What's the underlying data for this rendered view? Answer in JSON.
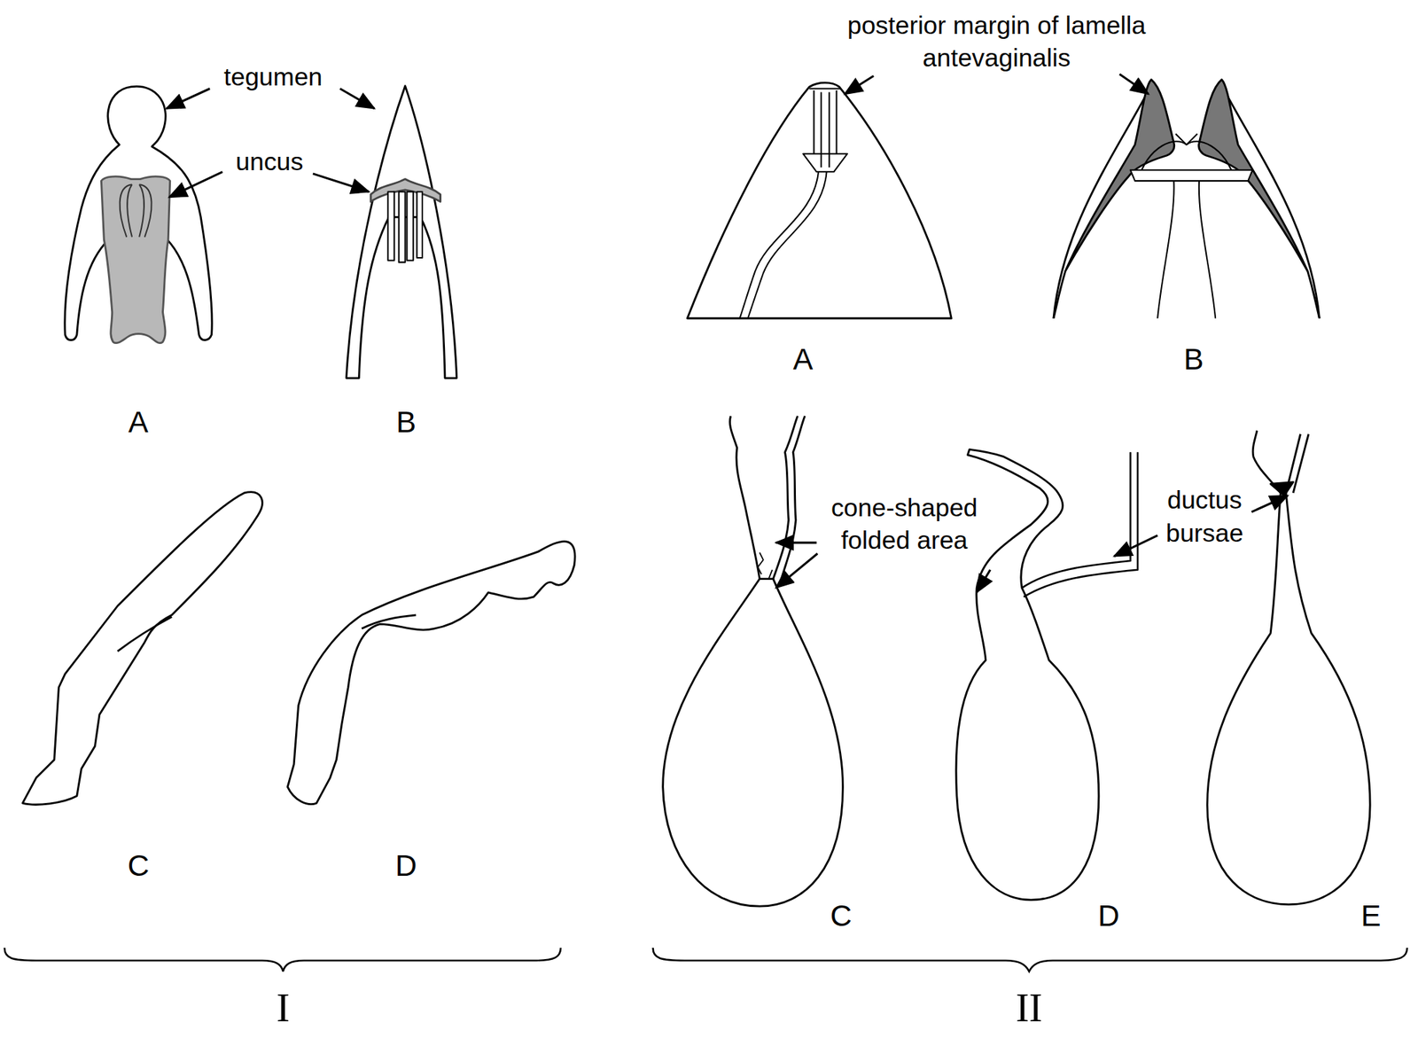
{
  "diagram": {
    "labels": [
      "tegumen",
      "uncus",
      "A",
      "B",
      "C",
      "D",
      "posterior margin of lamella antevaginalis",
      "A",
      "B",
      "cone-shaped folded area",
      "ductus bursae",
      "C",
      "D",
      "E",
      "I",
      "II"
    ]
  }
}
